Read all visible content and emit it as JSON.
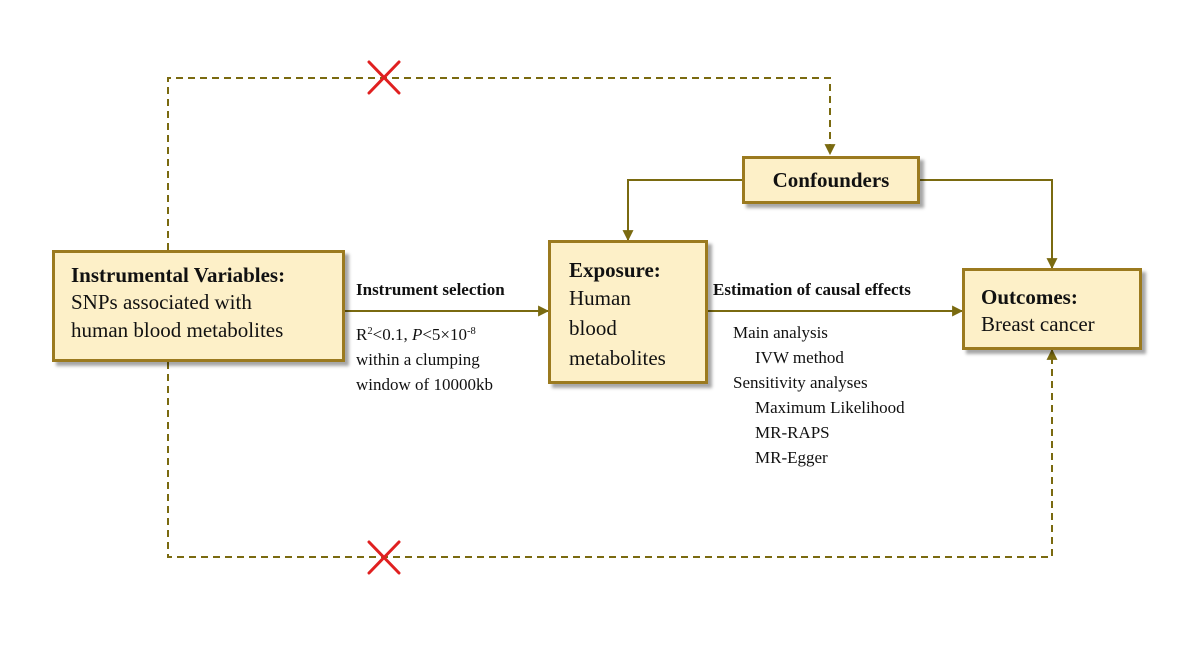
{
  "instrumental": {
    "title": "Instrumental Variables:",
    "lines": [
      "SNPs associated with",
      "human blood metabolites"
    ]
  },
  "exposure": {
    "title": "Exposure:",
    "lines": [
      "Human",
      "blood",
      "metabolites"
    ]
  },
  "confounders": {
    "title": "Confounders"
  },
  "outcomes": {
    "title": "Outcomes:",
    "lines": [
      "Breast cancer"
    ]
  },
  "instrument_selection": {
    "label": "Instrument selection",
    "criteria": {
      "r2_symbol": "R",
      "r2_exp": "2",
      "r2_value": "<0.1, ",
      "p_symbol": "P",
      "p_value": "<5×10",
      "p_exp": "-8",
      "line2": "within a clumping",
      "line3": "window of 10000kb"
    }
  },
  "causal_estimation": {
    "label": "Estimation of causal effects",
    "main_heading": "Main analysis",
    "main_methods": [
      "IVW method"
    ],
    "sensitivity_heading": "Sensitivity analyses",
    "sensitivity_methods": [
      "Maximum Likelihood",
      "MR-RAPS",
      "MR-Egger"
    ]
  },
  "colors": {
    "box_fill": "#fdf0c8",
    "box_border": "#9b7a1f",
    "arrow": "#7a6a10",
    "cross": "#e02020"
  }
}
